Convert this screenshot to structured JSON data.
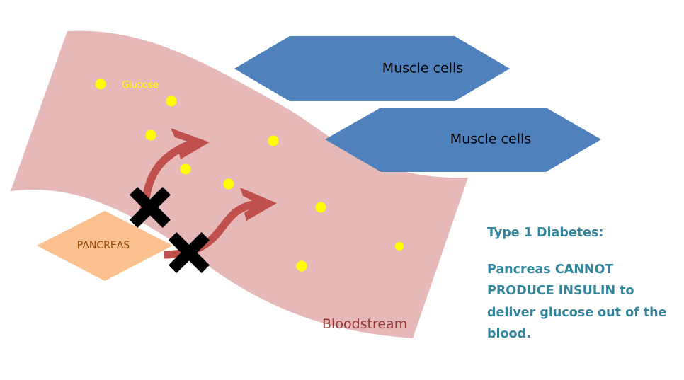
{
  "colors": {
    "bloodstream": "#e6b9b8",
    "muscle": "#4f81bd",
    "pancreas": "#fac090",
    "glucose": "#ffff00",
    "arrow": "#c0504d",
    "blocked": "#000000",
    "caption": "#31859c",
    "bloodstream_label": "#953735",
    "pancreas_label": "#984807",
    "glucose_label": "#ffff00"
  },
  "labels": {
    "muscle_top": "Muscle cells",
    "muscle_bottom": "Muscle cells",
    "glucose": "Glucose",
    "pancreas": "PANCREAS",
    "bloodstream": "Bloodstream"
  },
  "caption": {
    "title": "Type 1 Diabetes:",
    "body": "Pancreas CANNOT PRODUCE INSULIN to deliver glucose out of the blood."
  },
  "icons": {
    "blocked": "blocked-x-icon",
    "arrow": "curved-arrow-icon"
  }
}
